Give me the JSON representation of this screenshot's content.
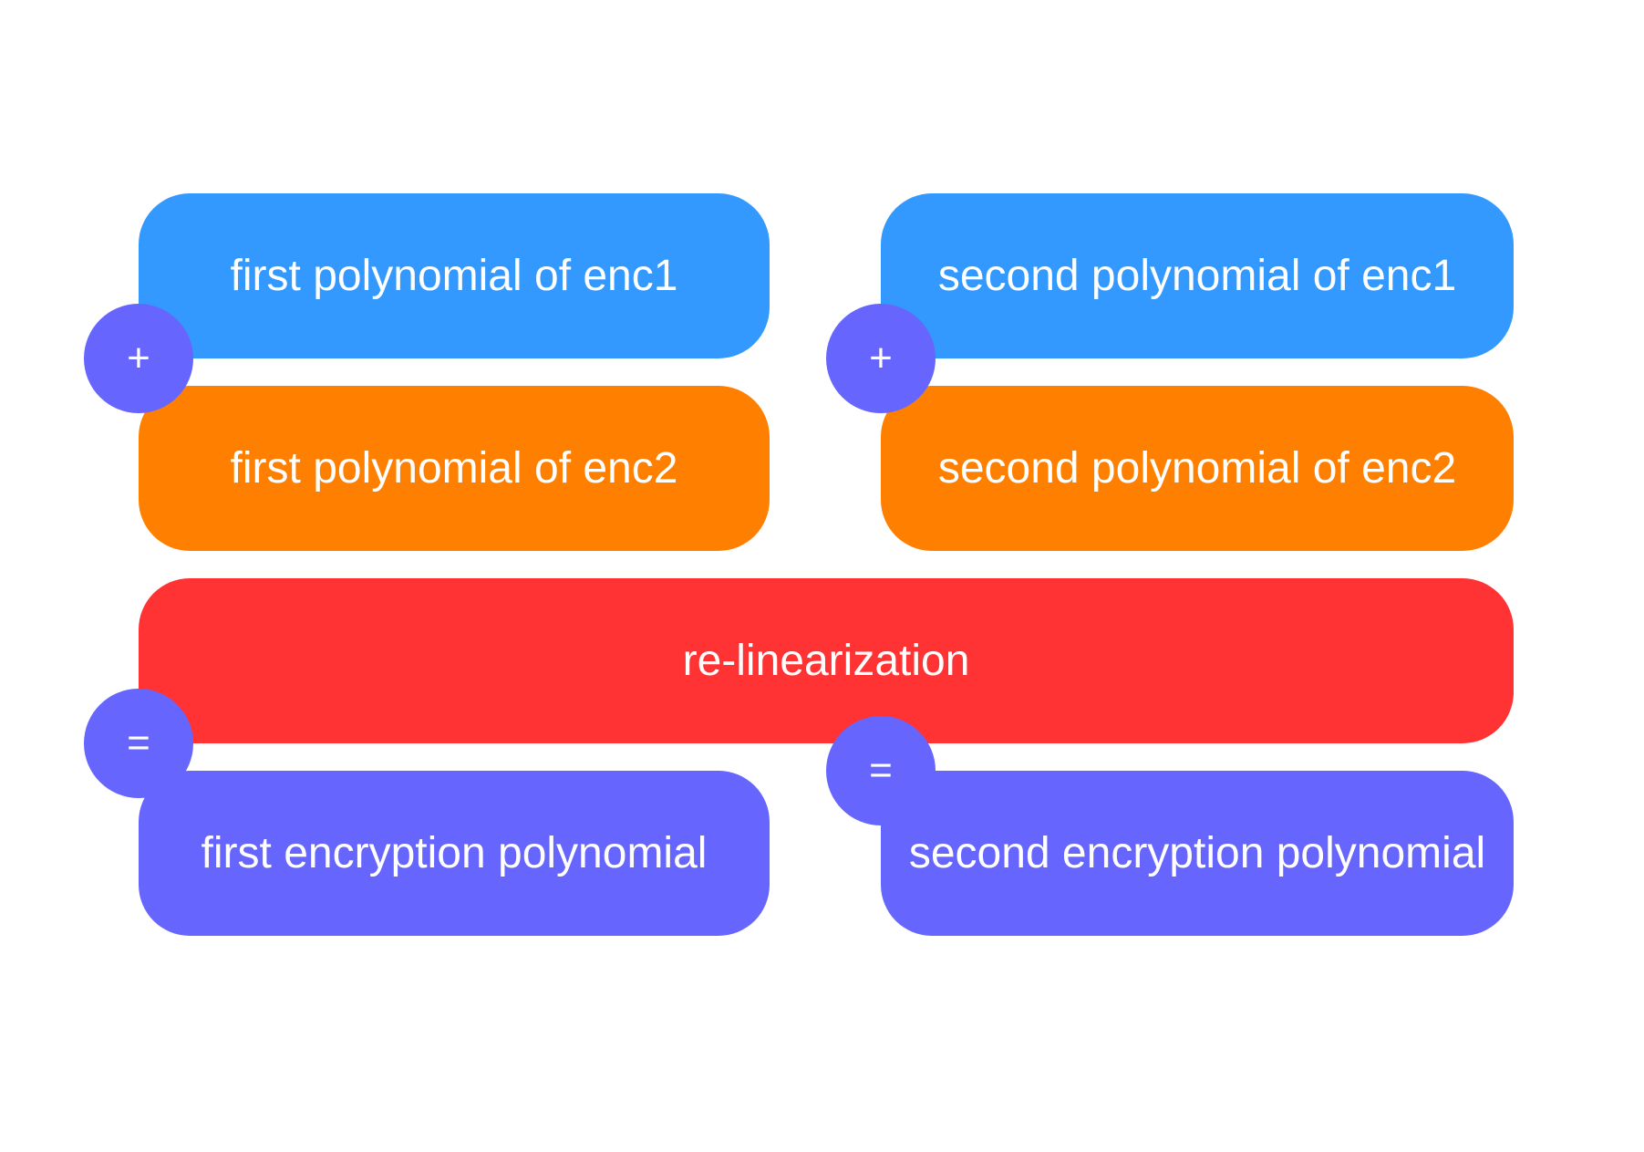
{
  "boxes": {
    "first_poly_enc1": {
      "label": "first polynomial of enc1"
    },
    "second_poly_enc1": {
      "label": "second polynomial of enc1"
    },
    "first_poly_enc2": {
      "label": "first polynomial of enc2"
    },
    "second_poly_enc2": {
      "label": "second polynomial of enc2"
    },
    "relinearization": {
      "label": "re-linearization"
    },
    "first_encryption_poly": {
      "label": "first encryption polynomial"
    },
    "second_encryption_poly": {
      "label": "second encryption polynomial"
    }
  },
  "operators": {
    "plus_left": "+",
    "plus_right": "+",
    "equals_left": "=",
    "equals_right": "="
  },
  "colors": {
    "enc1_blue": "#3399FF",
    "enc2_orange": "#FF8000",
    "relin_red": "#FF3333",
    "result_purple": "#6666FF"
  }
}
